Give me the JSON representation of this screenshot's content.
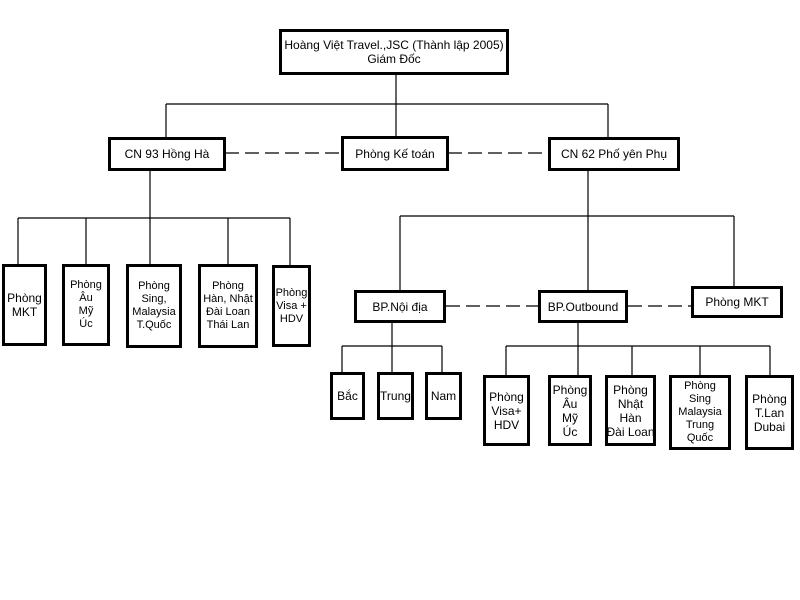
{
  "root": {
    "line1": "Hoàng Việt Travel.,JSC (Thành lập 2005)",
    "line2": "Giám Đốc"
  },
  "branch_hongha": {
    "label": "CN 93 Hồng Hà"
  },
  "accounting": {
    "label": "Phòng Kế toán"
  },
  "branch_yenphu": {
    "label": "CN 62 Phố yên Phụ"
  },
  "hongha_depts": [
    {
      "lines": [
        "Phòng",
        "MKT"
      ]
    },
    {
      "lines": [
        "Phòng",
        "Âu",
        "Mỹ",
        "Úc"
      ]
    },
    {
      "lines": [
        "Phòng",
        "Sing,",
        "Malaysia",
        "T.Quốc"
      ]
    },
    {
      "lines": [
        "Phòng",
        "Hàn, Nhật",
        "Đài Loan",
        "Thái Lan"
      ]
    },
    {
      "lines": [
        "Phòng",
        "Visa +",
        "HDV"
      ]
    }
  ],
  "domestic": {
    "label": "BP.Nội địa"
  },
  "outbound": {
    "label": "BP.Outbound"
  },
  "yenphu_mkt": {
    "label": "Phòng MKT"
  },
  "domestic_units": [
    {
      "label": "Bắc"
    },
    {
      "label": "Trung"
    },
    {
      "label": "Nam"
    }
  ],
  "outbound_depts": [
    {
      "lines": [
        "Phòng",
        "Visa+",
        "HDV"
      ]
    },
    {
      "lines": [
        "Phòng",
        "Âu",
        "Mỹ",
        "Úc"
      ]
    },
    {
      "lines": [
        "Phòng",
        "Nhật",
        "Hàn",
        "Đài Loan"
      ]
    },
    {
      "lines": [
        "Phòng",
        "Sing",
        "Malaysia",
        "Trung",
        "Quốc"
      ]
    },
    {
      "lines": [
        "Phòng",
        "T.Lan",
        "Dubai"
      ]
    }
  ]
}
